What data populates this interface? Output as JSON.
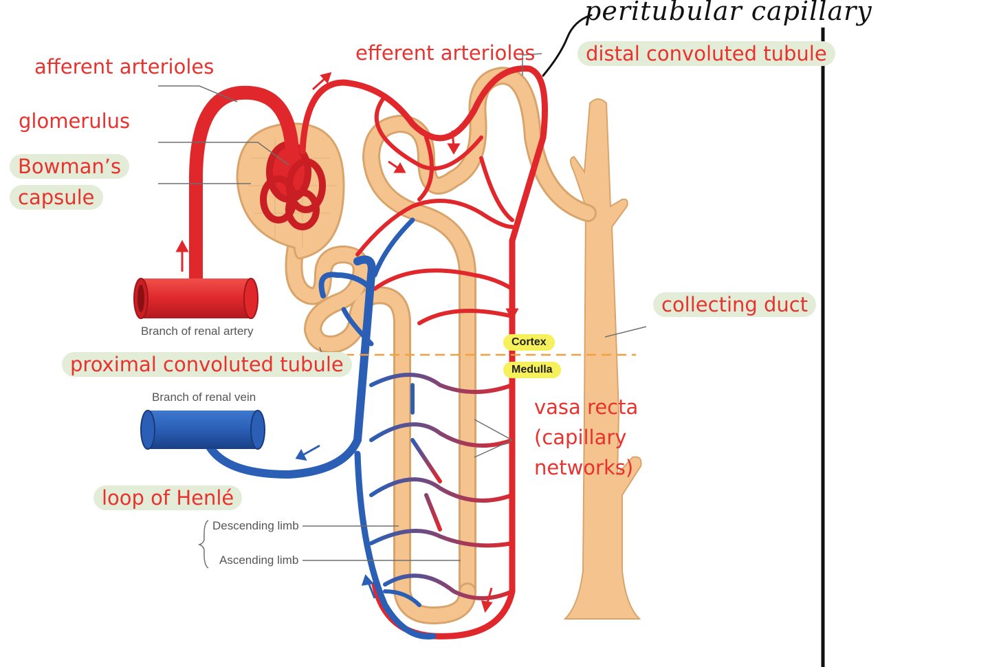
{
  "labels": {
    "afferent": "afferent arterioles",
    "glomerulus": "glomerulus",
    "bowmans_line1": "Bowman’s",
    "bowmans_line2": "capsule",
    "efferent": "efferent arterioles",
    "distal": "distal convoluted tubule",
    "peritubular": "peritubular capillary",
    "collecting": "collecting duct",
    "proximal": "proximal convoluted tubule",
    "vasa_line1": "vasa recta",
    "vasa_line2": "(capillary",
    "vasa_line3": "networks)",
    "loop": "loop of Henlé",
    "descending": "Descending limb",
    "ascending": "Ascending limb",
    "renal_artery": "Branch of renal artery",
    "renal_vein": "Branch of renal vein",
    "cortex": "Cortex",
    "medulla": "Medulla"
  },
  "colors": {
    "artery": "#e0282c",
    "vein": "#2b5fb5",
    "tubule": "#f5c48e",
    "tubule_edge": "#d9a46b",
    "label_red": "#e8322e",
    "label_bg": "#e3ecd6",
    "zone_bg": "#f6f05a",
    "boundary": "#f0a040"
  }
}
